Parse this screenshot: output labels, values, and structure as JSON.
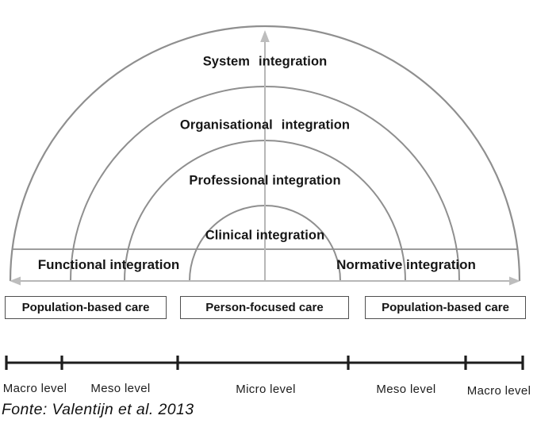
{
  "rings": [
    {
      "label": "System integration"
    },
    {
      "label": "Organisational integration"
    },
    {
      "label": "Professional integration"
    },
    {
      "label": "Clinical integration"
    }
  ],
  "band": {
    "left": "Functional integration",
    "right": "Normative integration"
  },
  "care_boxes": [
    {
      "label": "Population-based care"
    },
    {
      "label": "Person-focused care"
    },
    {
      "label": "Population-based care"
    }
  ],
  "levels": [
    {
      "label": "Macro level"
    },
    {
      "label": "Meso level"
    },
    {
      "label": "Micro level"
    },
    {
      "label": "Meso level"
    },
    {
      "label": "Macro level"
    }
  ],
  "caption": "Fonte: Valentijn et al. 2013",
  "colors": {
    "arc": "#8f8f8f",
    "band_line": "#8f8f8f",
    "axis": "#b7b7b7",
    "arrowhead": "#bdbdbd",
    "scale": "#1d1d1d"
  }
}
